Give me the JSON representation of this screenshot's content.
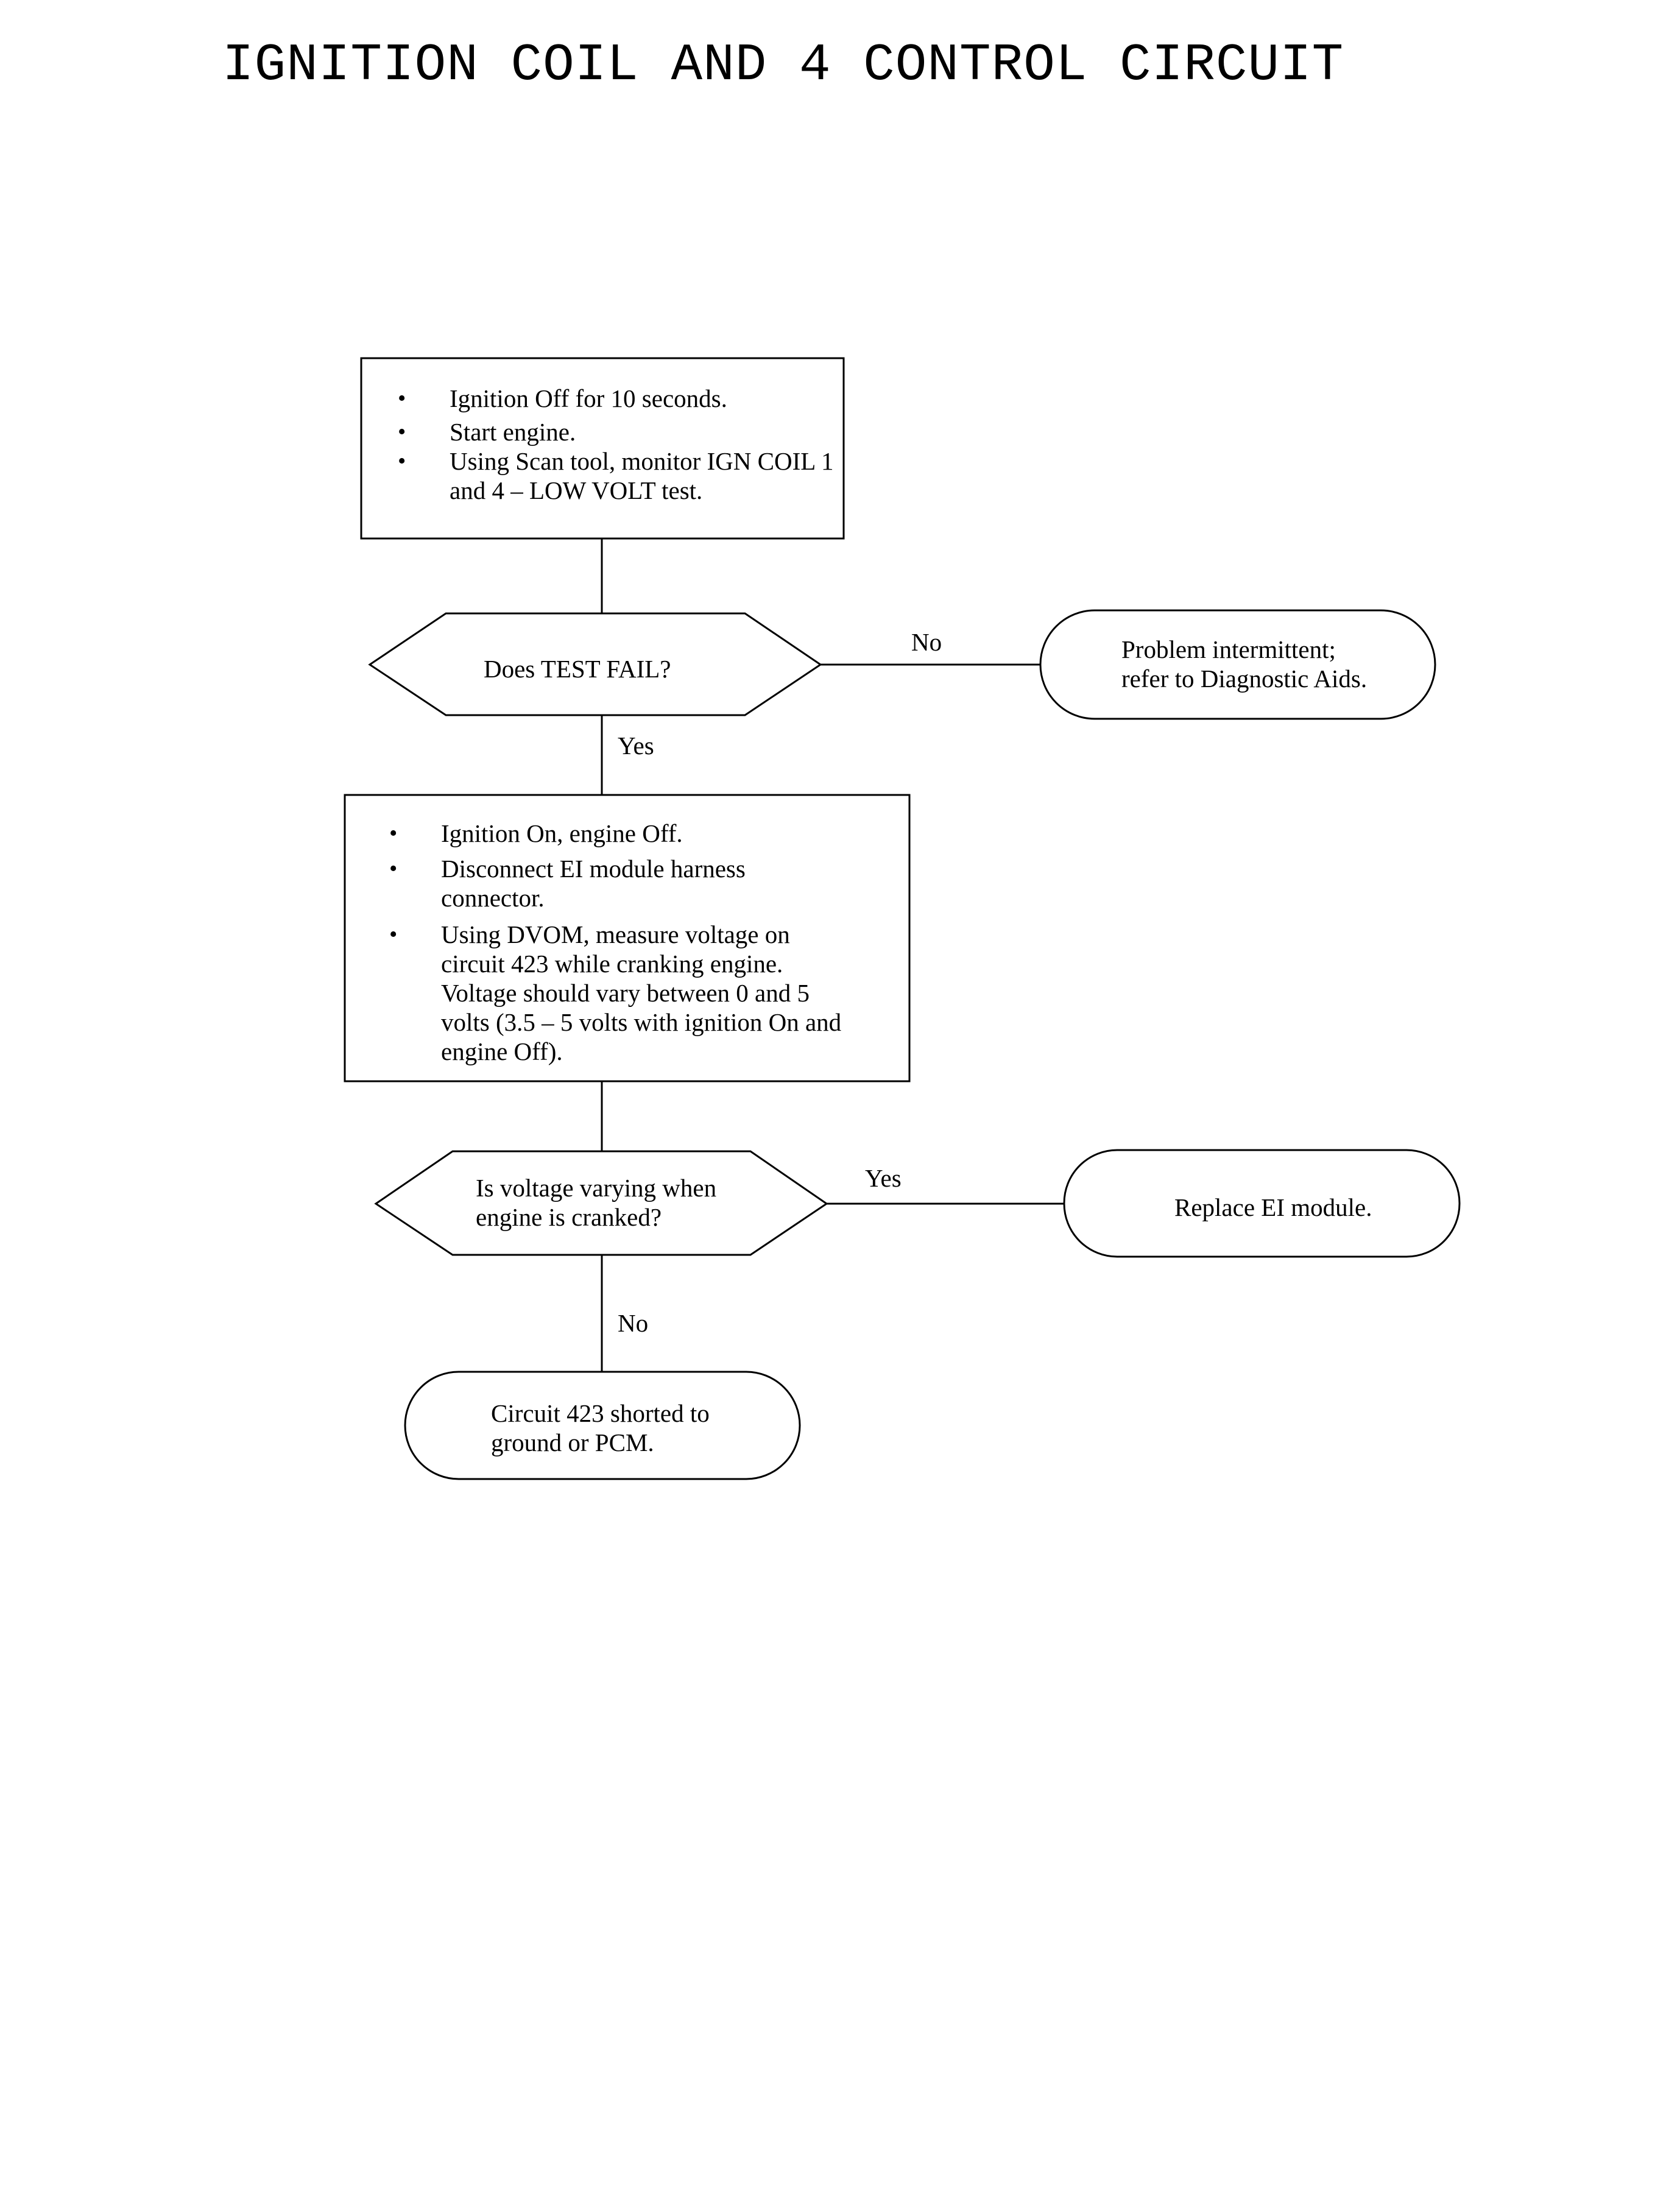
{
  "title": "IGNITION COIL AND 4 CONTROL CIRCUIT",
  "step1": {
    "items": [
      "Ignition Off for 10 seconds.",
      "Start engine.",
      "Using Scan tool, monitor IGN COIL 1 and 4 – LOW VOLT test."
    ]
  },
  "decision1": {
    "question": "Does TEST FAIL?",
    "no_label": "No",
    "yes_label": "Yes"
  },
  "result_no1": {
    "line1": "Problem intermittent;",
    "line2": "refer to Diagnostic Aids."
  },
  "step2": {
    "items": [
      "Ignition On, engine Off.",
      "Disconnect EI module harness connector.",
      "Using DVOM, measure voltage on circuit 423 while cranking engine. Voltage should vary between 0 and 5 volts (3.5 – 5 volts with ignition On and engine Off)."
    ]
  },
  "decision2": {
    "line1": "Is voltage varying when",
    "line2": "engine is cranked?",
    "yes_label": "Yes",
    "no_label": "No"
  },
  "result_yes2": {
    "text": "Replace EI module."
  },
  "result_no2": {
    "line1": "Circuit 423 shorted to",
    "line2": "ground or PCM."
  }
}
